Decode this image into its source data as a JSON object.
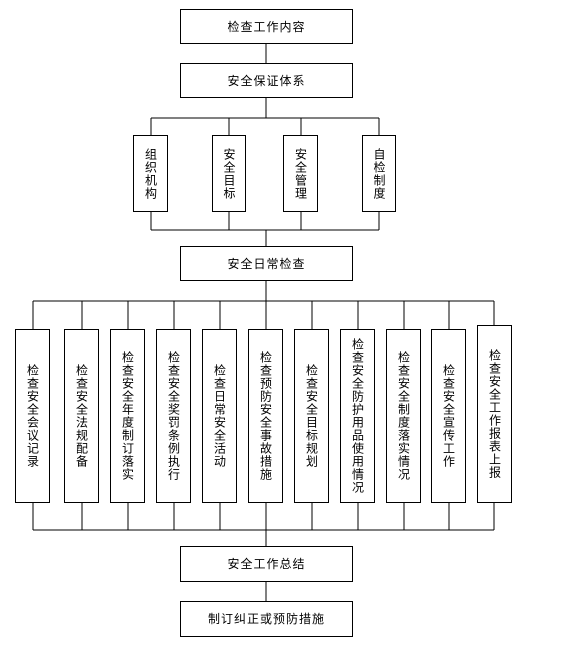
{
  "top": "检查工作内容",
  "system": "安全保证体系",
  "system_items": [
    "组织机构",
    "安全目标",
    "安全管理",
    "自检制度"
  ],
  "daily": "安全日常检查",
  "daily_items": [
    "检查安全会议记录",
    "检查安全法规配备",
    "检查安全年度制订落实",
    "检查安全奖罚条例执行",
    "检查日常安全活动",
    "检查预防安全事故措施",
    "检查安全目标规划",
    "检查安全防护用品使用情况",
    "检查安全制度落实情况",
    "检查安全宣传工作",
    "检查安全工作报表上报"
  ],
  "summary": "安全工作总结",
  "final": "制订纠正或预防措施"
}
